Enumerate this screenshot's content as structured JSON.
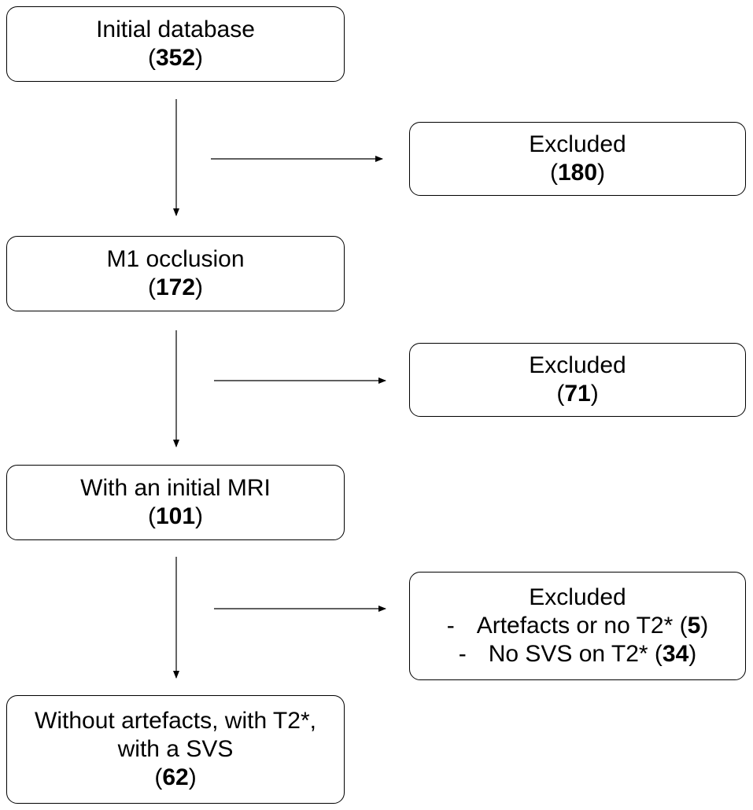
{
  "diagram": {
    "stages": [
      {
        "label": "Initial database",
        "count": "352"
      },
      {
        "label": "M1 occlusion",
        "count": "172"
      },
      {
        "label": "With an initial MRI",
        "count": "101"
      },
      {
        "label_line1": "Without artefacts, with T2*,",
        "label_line2": "with a SVS",
        "count": "62"
      }
    ],
    "exclusions": [
      {
        "label": "Excluded",
        "count": "180"
      },
      {
        "label": "Excluded",
        "count": "71"
      },
      {
        "label": "Excluded",
        "items": [
          {
            "bullet": "-",
            "text": "Artefacts or no T2*",
            "count": "5"
          },
          {
            "bullet": "-",
            "text": "No SVS on T2*",
            "count": "34"
          }
        ]
      }
    ],
    "colors": {
      "stroke": "#000000",
      "text": "#000000",
      "background": "#ffffff"
    }
  }
}
